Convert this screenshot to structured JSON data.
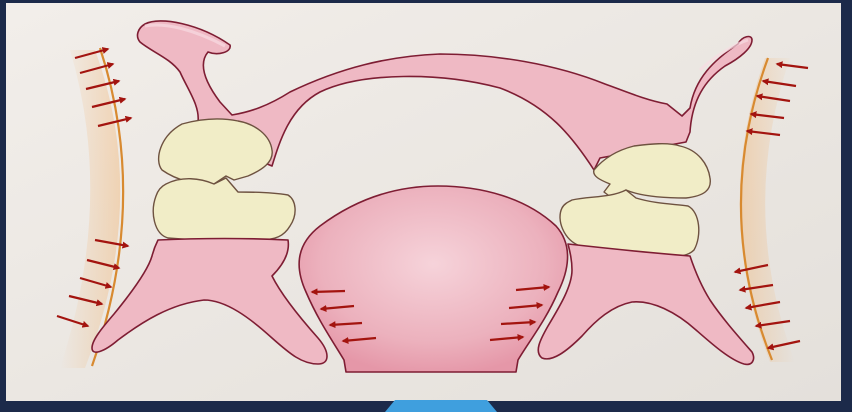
{
  "colors": {
    "frame_dark": "#1c2a4a",
    "paper": "#eeeae6",
    "tissue_fill": "#efb9c4",
    "tissue_stroke": "#7e1d33",
    "disc_fill": "#f1edc7",
    "disc_stroke": "#6e5240",
    "arrow": "#a3140f",
    "wall_line": "#d88a30",
    "wall_glow": "#f1b677",
    "bottom_tab": "#3f9fde"
  },
  "arrow_groups": [
    {
      "name": "upper-left",
      "direction": "inward-right",
      "count": 5
    },
    {
      "name": "lower-left",
      "direction": "inward-right",
      "count": 5
    },
    {
      "name": "upper-right",
      "direction": "inward-left",
      "count": 5
    },
    {
      "name": "lower-right",
      "direction": "inward-left",
      "count": 5
    },
    {
      "name": "center-left",
      "direction": "outward-left",
      "count": 4
    },
    {
      "name": "center-right",
      "direction": "outward-right",
      "count": 4
    }
  ]
}
